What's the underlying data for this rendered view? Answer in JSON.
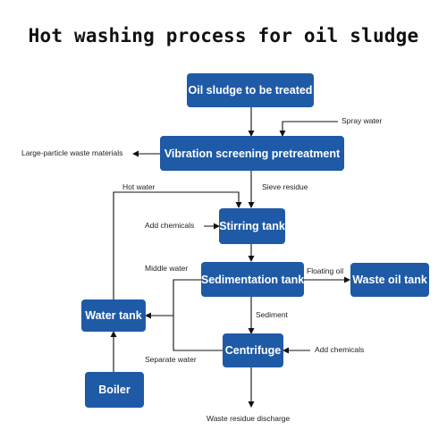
{
  "title": "Hot washing process for oil sludge",
  "nodes": {
    "oil_sludge": "Oil sludge to be treated",
    "vibration": "Vibration screening pretreatment",
    "stirring": "Stirring tank",
    "sedimentation": "Sedimentation tank",
    "waste_oil": "Waste oil tank",
    "water_tank": "Water tank",
    "centrifuge": "Centrifuge",
    "boiler": "Boiler"
  },
  "labels": {
    "spray_water": "Spray water",
    "large_particle": "Large-particle waste materials",
    "hot_water": "Hot water",
    "sieve_residue": "Sieve residue",
    "add_chemicals_1": "Add chemicals",
    "middle_water": "Middle water",
    "floating_oil": "Floating oil",
    "sediment": "Sediment",
    "add_chemicals_2": "Add chemicals",
    "separate_water": "Separate water",
    "waste_residue": "Waste residue discharge"
  },
  "colors": {
    "box_fill": "#1f5aa6",
    "box_text": "#ffffff",
    "line": "#111111"
  }
}
